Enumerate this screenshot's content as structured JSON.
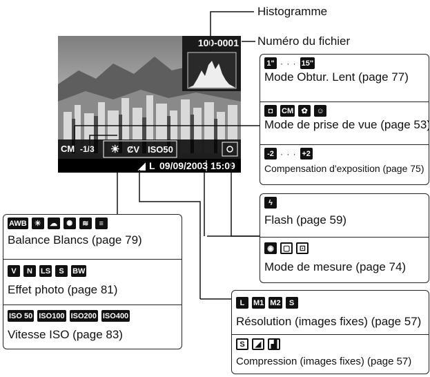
{
  "colors": {
    "lcd_bg": "#000000",
    "line": "#111111"
  },
  "screen": {
    "file_number": "100-0001",
    "date": "09/09/2003",
    "time": "15:09",
    "iso": "ISO50",
    "exposure_comp": "-1/3",
    "resolution_icon": "L"
  },
  "callouts": {
    "histogram": "Histogramme",
    "file_number": "Numéro du fichier"
  },
  "right_box_1": {
    "slow_shutter": {
      "icons": [
        "1\"",
        "15\""
      ],
      "text": "Mode Obtur. Lent (page 77)"
    },
    "shooting_mode": {
      "icons": [
        "camera-icon",
        "CM",
        "macro-icon",
        "portrait-icon"
      ],
      "text": "Mode de prise de vue (page 53)"
    },
    "exposure": {
      "icons": [
        "-2",
        "+2"
      ],
      "text": "Compensation d'exposition (page 75)"
    }
  },
  "right_box_2": {
    "flash": {
      "icons": [
        "flash-icon"
      ],
      "text": "Flash (page 59)"
    },
    "metering": {
      "icons": [
        "evaluative-icon",
        "center-weighted-icon",
        "spot-icon"
      ],
      "text": "Mode de mesure (page 74)"
    }
  },
  "left_box": {
    "white_balance": {
      "icons": [
        "AWB",
        "sun",
        "cloud",
        "tungsten",
        "fluo",
        "fluo-h"
      ],
      "text": "Balance Blancs (page 79)"
    },
    "photo_effect": {
      "icons": [
        "V",
        "N",
        "LS",
        "S",
        "BW"
      ],
      "text": "Effet photo (page 81)"
    },
    "iso": {
      "icons": [
        "ISO 50",
        "ISO100",
        "ISO200",
        "ISO400"
      ],
      "text": "Vitesse ISO (page 83)"
    }
  },
  "bottom_box": {
    "resolution": {
      "icons": [
        "L",
        "M1",
        "M2",
        "S"
      ],
      "text": "Résolution (images fixes) (page 57)"
    },
    "compression": {
      "icons": [
        "S",
        "fine-icon",
        "normal-icon"
      ],
      "text": "Compression (images fixes) (page 57)"
    }
  }
}
